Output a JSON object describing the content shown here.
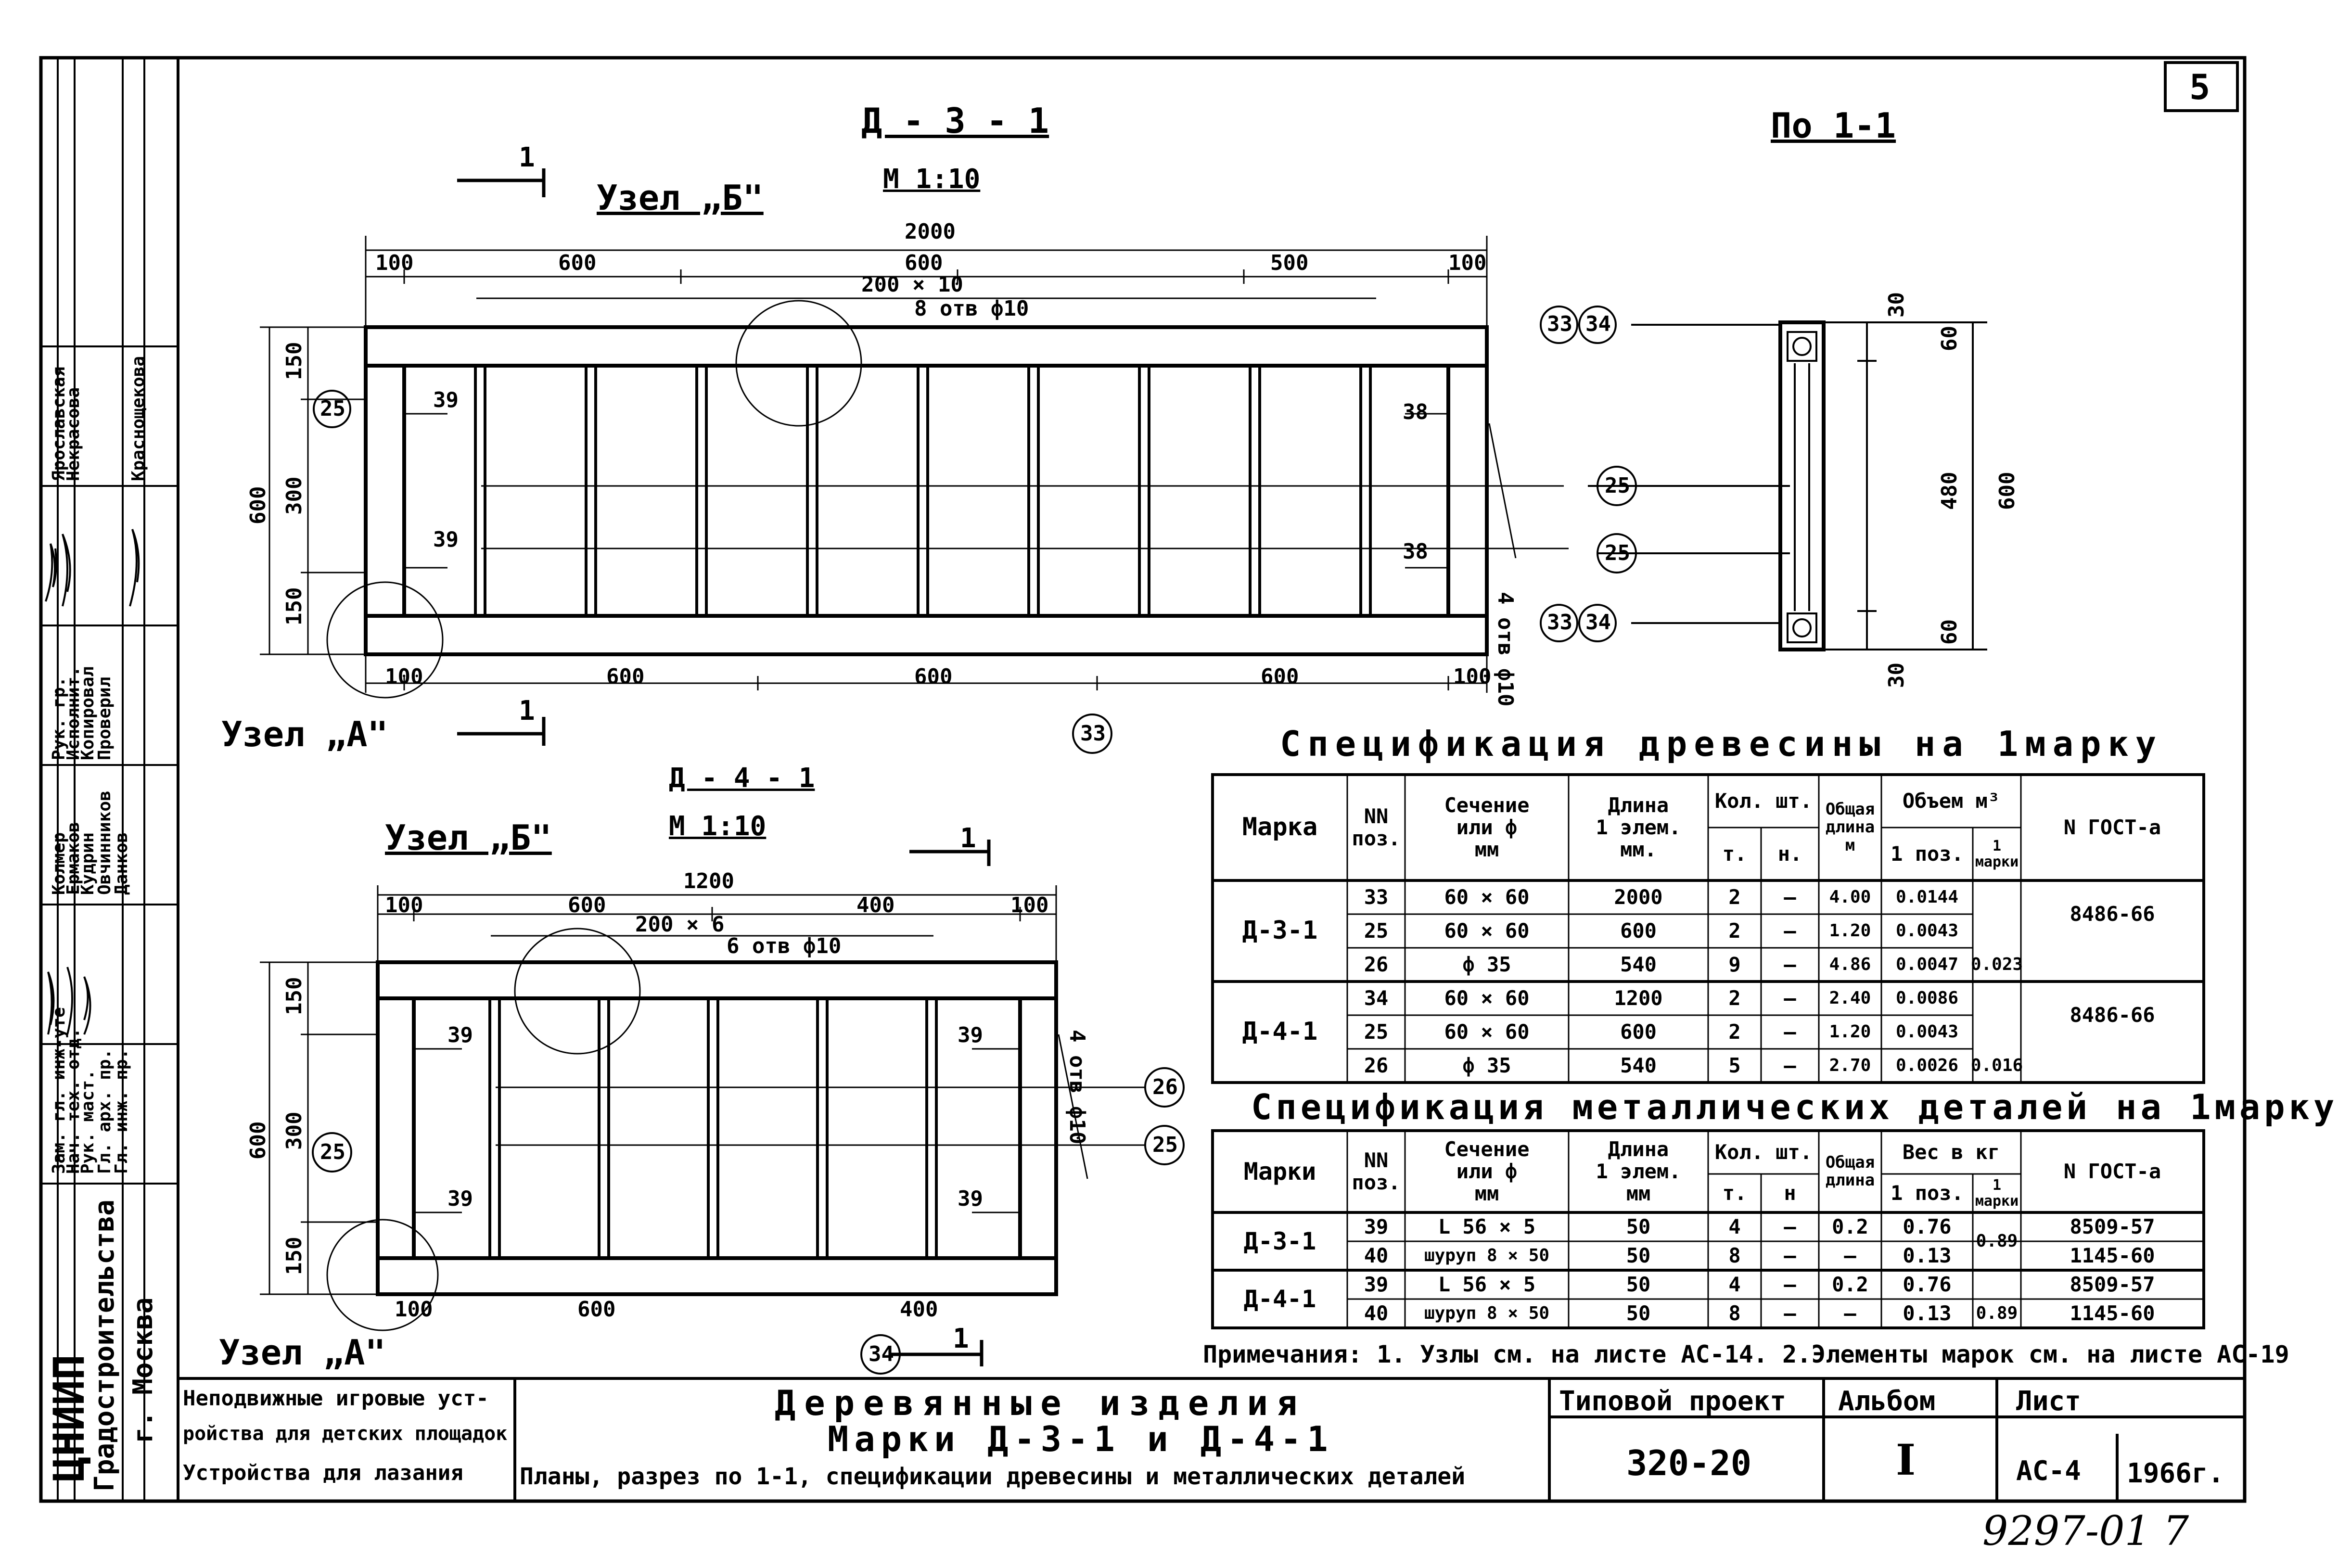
{
  "sheet_number": "5",
  "drawing_d31": {
    "title": "Д - 3 - 1",
    "scale": "М 1:10"
  },
  "drawing_d41": {
    "title": "Д - 4 - 1",
    "scale": "М 1:10"
  },
  "section": {
    "title": "По 1-1"
  },
  "section_marks": {
    "cut": "1"
  },
  "node_labels": {
    "b": "Узел „Б\"",
    "a": "Узел „А\""
  },
  "d31_dims": {
    "total": "2000",
    "top_100": "100",
    "top_600": "600",
    "top_600b": "600",
    "top_500": "500",
    "top_100b": "100",
    "spacing": "200 × 10",
    "holes": "8 отв ф10",
    "h600": "600",
    "h150": "150",
    "h300": "300",
    "h150b": "150",
    "bottom_100": "100",
    "bottom_600a": "600",
    "bottom_600b": "600",
    "bottom_600c": "600",
    "bottom_100b": "100",
    "side_holes": "4 отв ф10"
  },
  "d41_dims": {
    "total": "1200",
    "top_100": "100",
    "top_600": "600",
    "top_400": "400",
    "top_100b": "100",
    "spacing": "200 × 6",
    "holes": "6 отв ф10",
    "h600": "600",
    "h150": "150",
    "h300": "300",
    "h150b": "150",
    "bottom_100": "100",
    "bottom_600": "600",
    "bottom_400": "400",
    "side_holes": "4 отв ф10"
  },
  "section_dims": {
    "d30a": "30",
    "d60a": "60",
    "d480": "480",
    "d600": "600",
    "d60b": "60",
    "d30b": "30"
  },
  "callouts": {
    "p25": "25",
    "p26": "26",
    "p33": "33",
    "p34": "34",
    "p38": "38",
    "p39": "39"
  },
  "wood_spec": {
    "title": "Спецификация древесины на 1марку",
    "headers": {
      "marka": "Марка",
      "nn": "NN\nпоз.",
      "sechenie": "Сечение\nили ф\nмм",
      "dlina": "Длина\n1 элем.\nмм.",
      "kol": "Кол. шт.",
      "kol_t": "т.",
      "kol_n": "н.",
      "obsh": "Общая\nдлина\nм",
      "obem": "Объем м³",
      "obem_1": "1 поз.",
      "obem_2": "1 марки",
      "gost": "N ГОСТ-а"
    },
    "groups": [
      {
        "marka": "Д-3-1",
        "total": "0.023",
        "gost": "8486-66",
        "rows": [
          {
            "nn": "33",
            "sec": "60 × 60",
            "dl": "2000",
            "t": "2",
            "n": "—",
            "obsh": "4.00",
            "p": "0.0144"
          },
          {
            "nn": "25",
            "sec": "60 × 60",
            "dl": "600",
            "t": "2",
            "n": "—",
            "obsh": "1.20",
            "p": "0.0043"
          },
          {
            "nn": "26",
            "sec": "ф 35",
            "dl": "540",
            "t": "9",
            "n": "—",
            "obsh": "4.86",
            "p": "0.0047"
          }
        ]
      },
      {
        "marka": "Д-4-1",
        "total": "0.016",
        "gost": "8486-66",
        "rows": [
          {
            "nn": "34",
            "sec": "60 × 60",
            "dl": "1200",
            "t": "2",
            "n": "—",
            "obsh": "2.40",
            "p": "0.0086"
          },
          {
            "nn": "25",
            "sec": "60 × 60",
            "dl": "600",
            "t": "2",
            "n": "—",
            "obsh": "1.20",
            "p": "0.0043"
          },
          {
            "nn": "26",
            "sec": "ф 35",
            "dl": "540",
            "t": "5",
            "n": "—",
            "obsh": "2.70",
            "p": "0.0026"
          }
        ]
      }
    ]
  },
  "metal_spec": {
    "title": "Спецификация металлических деталей на 1марку",
    "headers": {
      "marka": "Марки",
      "nn": "NN\nпоз.",
      "sechenie": "Сечение\nили ф\nмм",
      "dlina": "Длина\n1 элем.\nмм",
      "kol": "Кол. шт.",
      "kol_t": "т.",
      "kol_n": "н",
      "obsh": "Общая\nдлина",
      "ves": "Вес в кг",
      "ves_1": "1 поз.",
      "ves_2": "1 марки",
      "gost": "N ГОСТ-а"
    },
    "groups": [
      {
        "marka": "Д-3-1",
        "total": "0.89",
        "rows": [
          {
            "nn": "39",
            "sec": "L 56 × 5",
            "dl": "50",
            "t": "4",
            "n": "—",
            "obsh": "0.2",
            "p": "0.76",
            "gost": "8509-57"
          },
          {
            "nn": "40",
            "sec": "шуруп 8 × 50",
            "dl": "50",
            "t": "8",
            "n": "—",
            "obsh": "—",
            "p": "0.13",
            "gost": "1145-60"
          }
        ]
      },
      {
        "marka": "Д-4-1",
        "total": "0.89",
        "rows": [
          {
            "nn": "39",
            "sec": "L 56 × 5",
            "dl": "50",
            "t": "4",
            "n": "—",
            "obsh": "0.2",
            "p": "0.76",
            "gost": "8509-57"
          },
          {
            "nn": "40",
            "sec": "шуруп 8 × 50",
            "dl": "50",
            "t": "8",
            "n": "—",
            "obsh": "—",
            "p": "0.13",
            "gost": "1145-60"
          }
        ]
      }
    ]
  },
  "notes": "Примечания: 1. Узлы см. на листе АС-14. 2.Элементы марок см. на листе АС-19",
  "title_block": {
    "left_1": "Неподвижные игровые уст-",
    "left_2": "ройства для детских площадок",
    "left_3": "Устройства для лазания",
    "center_1": "Деревянные изделия",
    "center_2": "Марки Д-3-1 и Д-4-1",
    "center_3": "Планы, разрез по 1-1, спецификации древесины и металлических деталей",
    "project_label": "Типовой проект",
    "project_value": "320-20",
    "album_label": "Альбом",
    "album_value": "I",
    "sheet_label": "Лист",
    "sheet_value": "АС-4",
    "year": "1966г."
  },
  "side_strip": {
    "org_1": "ЦНИИП",
    "org_2": "Градостроительства",
    "org_3": "г. Москва",
    "row1": "Зам. гл. инж-уте",
    "row2": "Нач. тех. отд.",
    "row3": "Рук. маст.",
    "row4": "Гл. арх. пр.",
    "row5": "Гл. инж. пр.",
    "row6": "Рук. гр.",
    "row7": "Исполнит.",
    "row8": "Копировал",
    "row9": "Проверил",
    "names_1": "Колмер",
    "names_2": "Ермаков",
    "names_3": "Кудрин",
    "names_4": "Овчинников",
    "names_5": "Данков",
    "names_6": "Ярославская",
    "names_7": "Некрасова",
    "names_8": "Краснощекова"
  },
  "footer_handwritten": "9297-01   7"
}
